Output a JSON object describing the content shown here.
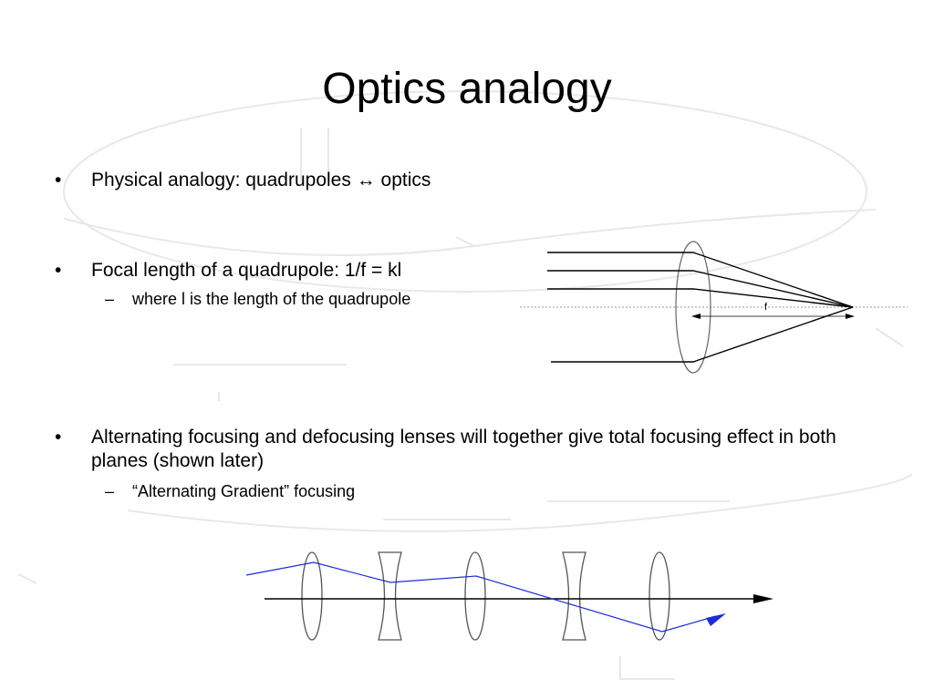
{
  "slide": {
    "title": "Optics analogy",
    "bullets": [
      {
        "marker": "•",
        "prefix": "Physical analogy: quadrupoles ",
        "symbol": "↔",
        "suffix": " optics"
      },
      {
        "marker": "•",
        "text": "Focal length of a quadrupole: 1/f = kl",
        "sub": [
          {
            "marker": "–",
            "text": "where l is the length of the quadrupole"
          }
        ]
      },
      {
        "marker": "•",
        "text": "Alternating focusing and defocusing lenses will together give total focusing effect in both planes (shown later)",
        "sub": [
          {
            "marker": "–",
            "text": "“Alternating Gradient” focusing"
          }
        ]
      }
    ]
  },
  "lens_figure": {
    "focal_label": "f"
  },
  "colors": {
    "ray": "#1f2bd6",
    "axis": "#000000",
    "lens": "#555555",
    "watermark": "#e8e8e8"
  }
}
